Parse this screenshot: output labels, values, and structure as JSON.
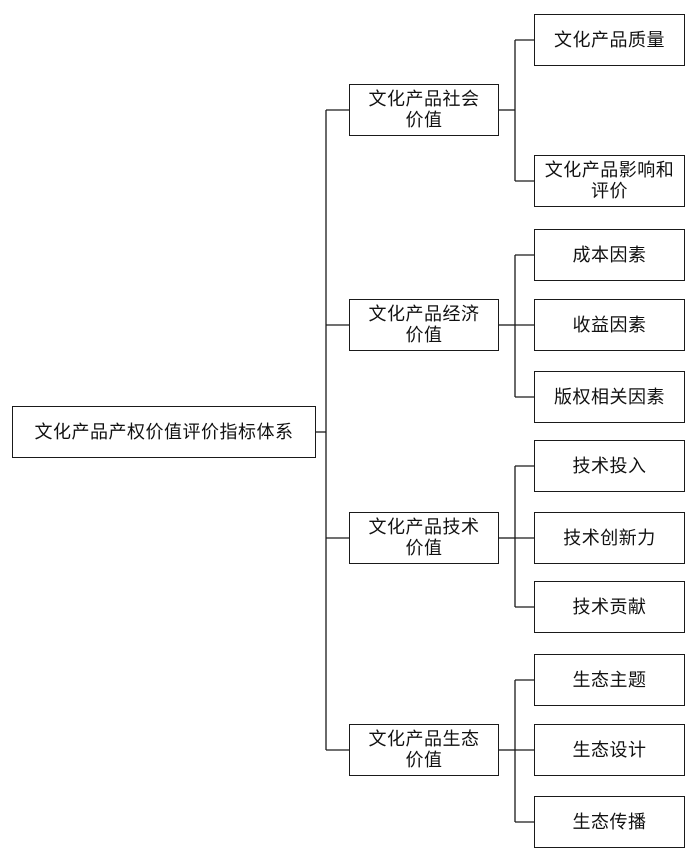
{
  "root": {
    "label": "文化产品产权价值评价指标体系"
  },
  "categories": [
    {
      "label_line1": "文化产品社会",
      "label_line2": "价值",
      "items": [
        {
          "label_line1": "文化产品质量",
          "label_line2": ""
        },
        {
          "label_line1": "文化产品影响和",
          "label_line2": "评价"
        }
      ]
    },
    {
      "label_line1": "文化产品经济",
      "label_line2": "价值",
      "items": [
        {
          "label_line1": "成本因素",
          "label_line2": ""
        },
        {
          "label_line1": "收益因素",
          "label_line2": ""
        },
        {
          "label_line1": "版权相关因素",
          "label_line2": ""
        }
      ]
    },
    {
      "label_line1": "文化产品技术",
      "label_line2": "价值",
      "items": [
        {
          "label_line1": "技术投入",
          "label_line2": ""
        },
        {
          "label_line1": "技术创新力",
          "label_line2": ""
        },
        {
          "label_line1": "技术贡献",
          "label_line2": ""
        }
      ]
    },
    {
      "label_line1": "文化产品生态",
      "label_line2": "价值",
      "items": [
        {
          "label_line1": "生态主题",
          "label_line2": ""
        },
        {
          "label_line1": "生态设计",
          "label_line2": ""
        },
        {
          "label_line1": "生态传播",
          "label_line2": ""
        }
      ]
    }
  ]
}
